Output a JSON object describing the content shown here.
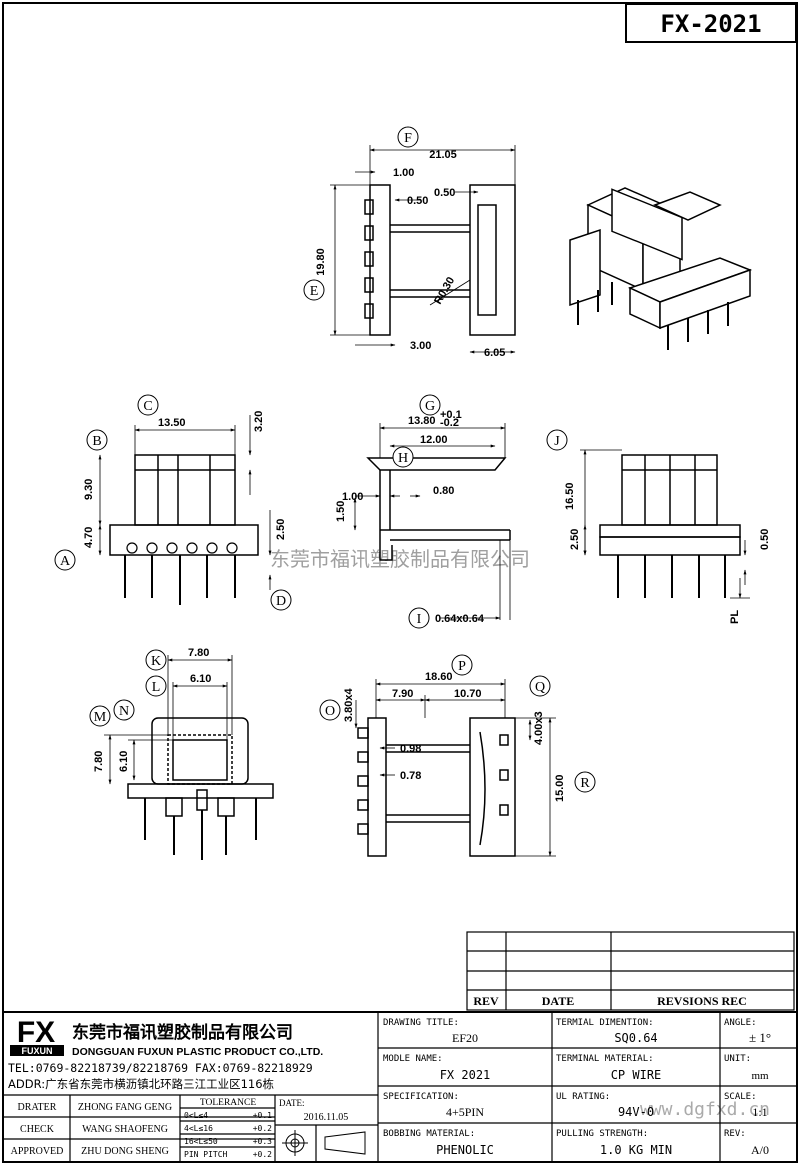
{
  "part_no": "FX-2021",
  "watermark": "东莞市福讯塑胶制品有限公司",
  "watermark_url": "www.dgfxd.cn",
  "top_view": {
    "letters": {
      "f": "F",
      "e": "E"
    },
    "dims": {
      "w": "21.05",
      "h": "19.80",
      "d1": "1.00",
      "d2": "0.50",
      "d3": "0.50",
      "r": "R0.30",
      "d4": "3.00",
      "d5": "6.05"
    }
  },
  "front_view": {
    "letters": {
      "c": "C",
      "b": "B",
      "a": "A",
      "d": "D"
    },
    "dims": {
      "w": "13.50",
      "h1": "3.20",
      "h2": "9.30",
      "h3": "4.70",
      "h4": "2.50"
    }
  },
  "side_view": {
    "letters": {
      "g": "G",
      "h": "H",
      "i": "I"
    },
    "dims": {
      "w1": "13.80",
      "tol_up": "+0.1",
      "tol_dn": "-0.2",
      "w2": "12.00",
      "d1": "1.00",
      "d2": "0.80",
      "d3": "1.50",
      "pin": "0.64x0.64"
    }
  },
  "right_view": {
    "letters": {
      "j": "J",
      "pl": "PL"
    },
    "dims": {
      "h1": "16.50",
      "h2": "2.50",
      "h3": "0.50"
    }
  },
  "bottom_left_view": {
    "letters": {
      "k": "K",
      "l": "L",
      "m": "M",
      "n": "N"
    },
    "dims": {
      "w1": "7.80",
      "w2": "6.10",
      "h1": "7.80",
      "h2": "6.10"
    }
  },
  "bottom_right_view": {
    "letters": {
      "p": "P",
      "o": "O",
      "q": "Q",
      "r": "R"
    },
    "dims": {
      "w1": "18.60",
      "w2": "7.90",
      "w3": "10.70",
      "d1": "3.80x4",
      "d2": "0.98",
      "d3": "0.78",
      "d4": "4.00x3",
      "h": "15.00"
    }
  },
  "revision_table": {
    "rev": "REV",
    "date": "DATE",
    "rec": "REVSIONS REC"
  },
  "company": {
    "logo": "FX",
    "logo_sub": "FUXUN",
    "name_cn": "东莞市福讯塑胶制品有限公司",
    "name_en": "DONGGUAN FUXUN PLASTIC PRODUCT CO.,LTD.",
    "tel": "TEL:0769-82218739/82218769 FAX:0769-82218929",
    "addr": "ADDR:广东省东莞市横沥镇北环路三江工业区116栋"
  },
  "people": [
    {
      "role": "DRATER",
      "name": "ZHONG FANG GENG"
    },
    {
      "role": "CHECK",
      "name": "WANG SHAOFENG"
    },
    {
      "role": "APPROVED",
      "name": "ZHU DONG SHENG"
    }
  ],
  "tolerance": {
    "title": "TOLERANCE",
    "rows": [
      {
        "range": "0<L≤4",
        "val": "+0.1"
      },
      {
        "range": "4<L≤16",
        "val": "+0.2"
      },
      {
        "range": "16<L≤50",
        "val": "+0.3"
      },
      {
        "range": "PIN PITCH",
        "val": "+0.2"
      }
    ]
  },
  "date": {
    "label": "DATE:",
    "value": "2016.11.05"
  },
  "fields": {
    "drawing_title_label": "DRAWING TITLE:",
    "drawing_title": "EF20",
    "terminal_dim_label": "TERMIAL DIMENTION:",
    "terminal_dim": "SQ0.64",
    "angle_label": "ANGLE:",
    "angle": "± 1°",
    "model_label": "MODLE NAME:",
    "model": "FX 2021",
    "terminal_mat_label": "TERMINAL MATERIAL:",
    "terminal_mat": "CP WIRE",
    "unit_label": "UNIT:",
    "unit": "mm",
    "spec_label": "SPECIFICATION:",
    "spec": "4+5PIN",
    "ul_label": "UL RATING:",
    "ul": "94V-0",
    "scale_label": "SCALE:",
    "scale": "1:1",
    "bobbin_label": "BOBBING MATERIAL:",
    "bobbin": "PHENOLIC",
    "pull_label": "PULLING STRENGTH:",
    "pull": "1.0 KG MIN",
    "rev_label": "REV:",
    "rev": "A/0"
  }
}
